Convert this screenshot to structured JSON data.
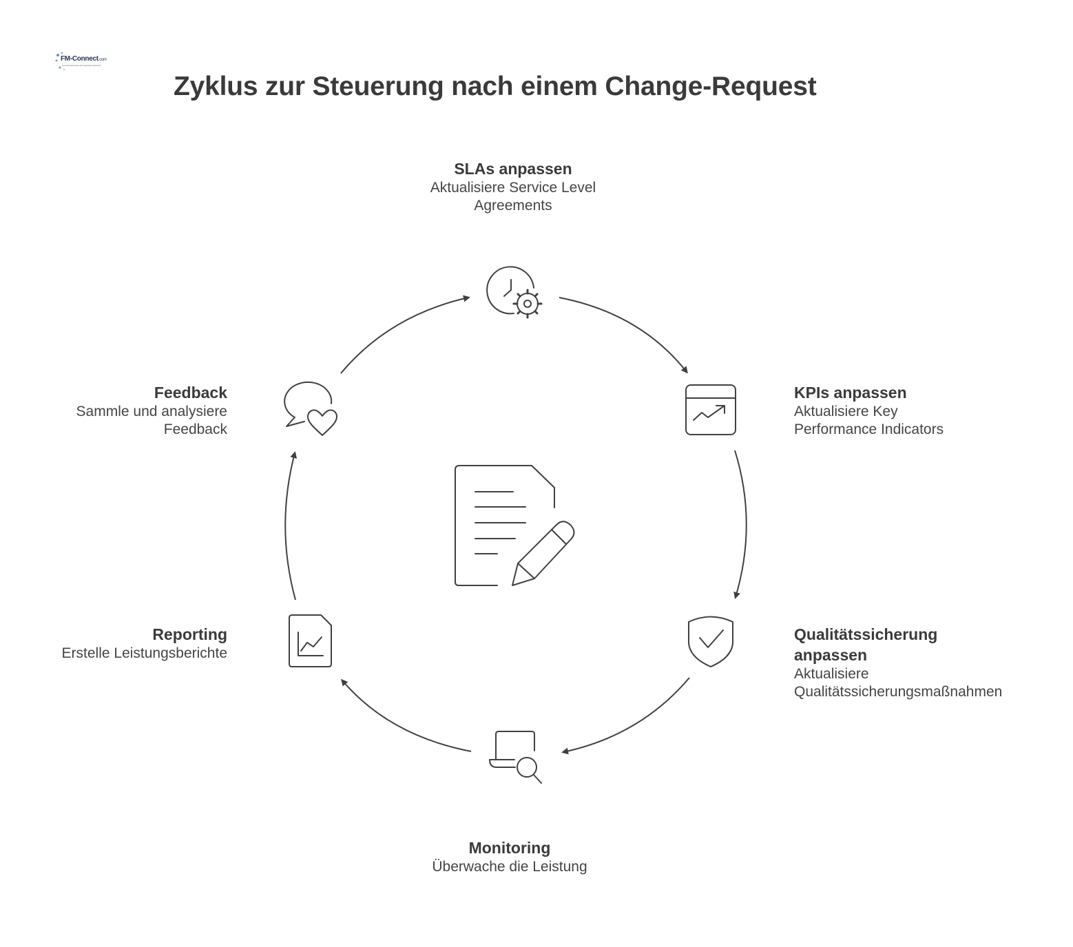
{
  "logo": {
    "text": "FM-Connect",
    "tld": ".com",
    "tagline": "Das FM-Netzwerk und Ingenieur-Netzwerk"
  },
  "title": "Zyklus zur Steuerung nach einem Change-Request",
  "colors": {
    "stroke": "#404040",
    "text": "#3a3a3a"
  },
  "steps": {
    "slas": {
      "title": "SLAs anpassen",
      "desc1": "Aktualisiere Service Level",
      "desc2": "Agreements",
      "icon": "clock-gear-icon"
    },
    "kpis": {
      "title": "KPIs anpassen",
      "desc1": "Aktualisiere Key",
      "desc2": "Performance Indicators",
      "icon": "trend-chart-window-icon"
    },
    "qs": {
      "title1": "Qualitätssicherung",
      "title2": "anpassen",
      "desc1": "Aktualisiere",
      "desc2": "Qualitätssicherungsmaßnahmen",
      "icon": "shield-check-icon"
    },
    "monitoring": {
      "title": "Monitoring",
      "desc1": "Überwache die Leistung",
      "icon": "laptop-magnifier-icon"
    },
    "reporting": {
      "title": "Reporting",
      "desc1": "Erstelle Leistungsberichte",
      "icon": "report-chart-icon"
    },
    "feedback": {
      "title": "Feedback",
      "desc1": "Sammle und analysiere",
      "desc2": "Feedback",
      "icon": "chat-heart-icon"
    }
  },
  "center_icon": "document-pencil-icon"
}
